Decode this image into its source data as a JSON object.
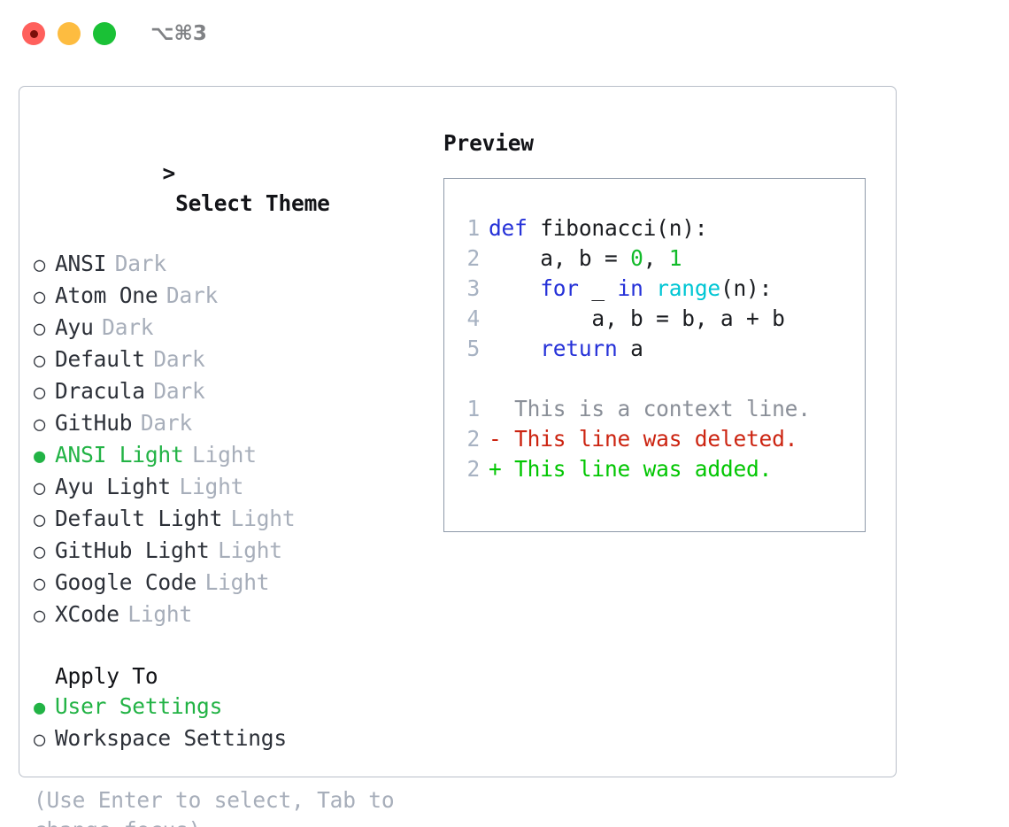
{
  "titlebar": {
    "shortcut": "⌥⌘3",
    "buttons": [
      {
        "name": "close",
        "color": "#ff605c"
      },
      {
        "name": "minimize",
        "color": "#fdbc40"
      },
      {
        "name": "maximize",
        "color": "#1ac136"
      }
    ]
  },
  "theme_list": {
    "heading": "Select Theme",
    "caret": ">",
    "marker_selected": "●",
    "marker_unselected": "○",
    "items": [
      {
        "name": "ANSI",
        "variant": "Dark",
        "selected": false
      },
      {
        "name": "Atom One",
        "variant": "Dark",
        "selected": false
      },
      {
        "name": "Ayu",
        "variant": "Dark",
        "selected": false
      },
      {
        "name": "Default",
        "variant": "Dark",
        "selected": false
      },
      {
        "name": "Dracula",
        "variant": "Dark",
        "selected": false
      },
      {
        "name": "GitHub",
        "variant": "Dark",
        "selected": false
      },
      {
        "name": "ANSI Light",
        "variant": "Light",
        "selected": true
      },
      {
        "name": "Ayu Light",
        "variant": "Light",
        "selected": false
      },
      {
        "name": "Default Light",
        "variant": "Light",
        "selected": false
      },
      {
        "name": "GitHub Light",
        "variant": "Light",
        "selected": false
      },
      {
        "name": "Google Code",
        "variant": "Light",
        "selected": false
      },
      {
        "name": "XCode",
        "variant": "Light",
        "selected": false
      }
    ]
  },
  "apply_to": {
    "heading": "Apply To",
    "items": [
      {
        "name": "User Settings",
        "selected": true
      },
      {
        "name": "Workspace Settings",
        "selected": false
      }
    ]
  },
  "hint": "(Use Enter to select, Tab to change focus)",
  "preview": {
    "heading": "Preview",
    "code_lines": [
      {
        "num": "1",
        "tokens": [
          {
            "t": "def",
            "c": "kw"
          },
          {
            "t": " fibonacci(n):",
            "c": "plain"
          }
        ]
      },
      {
        "num": "2",
        "tokens": [
          {
            "t": "    a, b = ",
            "c": "plain"
          },
          {
            "t": "0",
            "c": "num"
          },
          {
            "t": ", ",
            "c": "plain"
          },
          {
            "t": "1",
            "c": "num"
          }
        ]
      },
      {
        "num": "3",
        "tokens": [
          {
            "t": "    ",
            "c": "plain"
          },
          {
            "t": "for",
            "c": "kw"
          },
          {
            "t": " _ ",
            "c": "plain"
          },
          {
            "t": "in",
            "c": "kw"
          },
          {
            "t": " ",
            "c": "plain"
          },
          {
            "t": "range",
            "c": "fn"
          },
          {
            "t": "(n):",
            "c": "plain"
          }
        ]
      },
      {
        "num": "4",
        "tokens": [
          {
            "t": "        a, b = b, a + b",
            "c": "plain"
          }
        ]
      },
      {
        "num": "5",
        "tokens": [
          {
            "t": "    ",
            "c": "plain"
          },
          {
            "t": "return",
            "c": "kw"
          },
          {
            "t": " a",
            "c": "plain"
          }
        ]
      }
    ],
    "diff_lines": [
      {
        "num": "1",
        "sign": " ",
        "text": "This is a context line.",
        "kind": "ctx"
      },
      {
        "num": "2",
        "sign": "-",
        "text": "This line was deleted.",
        "kind": "del"
      },
      {
        "num": "2",
        "sign": "+",
        "text": "This line was added.",
        "kind": "add"
      }
    ]
  },
  "colors": {
    "accent_green": "#22b345",
    "muted": "#a7aeba",
    "keyword_blue": "#2531d8",
    "function_cyan": "#00c6d4",
    "number_green": "#12bb2a",
    "diff_add": "#02c602",
    "diff_del": "#cc2411",
    "linenumber": "#a7b2c2",
    "panel_border": "#b9bfc9",
    "preview_border": "#8e99a9"
  }
}
